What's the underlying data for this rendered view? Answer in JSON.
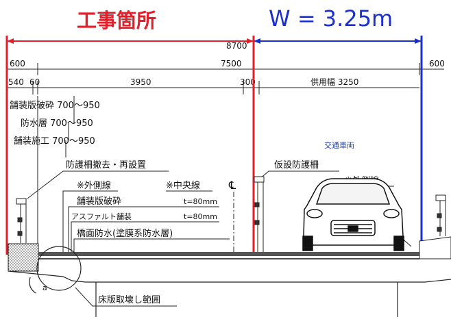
{
  "header": {
    "work_area_label": "工事箇所",
    "width_label": "W = 3.25m",
    "work_color": "#e0202a",
    "width_color": "#1a2fd0"
  },
  "dimensions": {
    "total": "8700",
    "left_rail": "600",
    "deck": "7500",
    "right_rail": "600",
    "sub_left_a": "540",
    "sub_left_b": "60",
    "sub_mid": "3950",
    "sub_center": "300",
    "service_width": "供用幅 3250"
  },
  "work_items": {
    "item1": "舗装版破砕 700～950",
    "item2": "防水層 700～950",
    "item3": "舗装施工 700～950"
  },
  "callouts": {
    "guard_fence_remove": "防護柵撤去・再設置",
    "outer_line_left": "※外側線",
    "center_line": "※中央線",
    "center_symbol": "℄",
    "pavement_break": "舗装版破砕",
    "pavement_break_t": "t=80mm",
    "asphalt": "アスファルト舗装",
    "asphalt_t": "t=80mm",
    "waterproof": "橋面防水(塗膜系防水層)",
    "temp_fence": "仮設防護柵",
    "outer_line_right": "※外側線",
    "traffic_lane": "交通車両",
    "slab_demolition": "床版取壊し範囲",
    "detail_mark": "a"
  }
}
